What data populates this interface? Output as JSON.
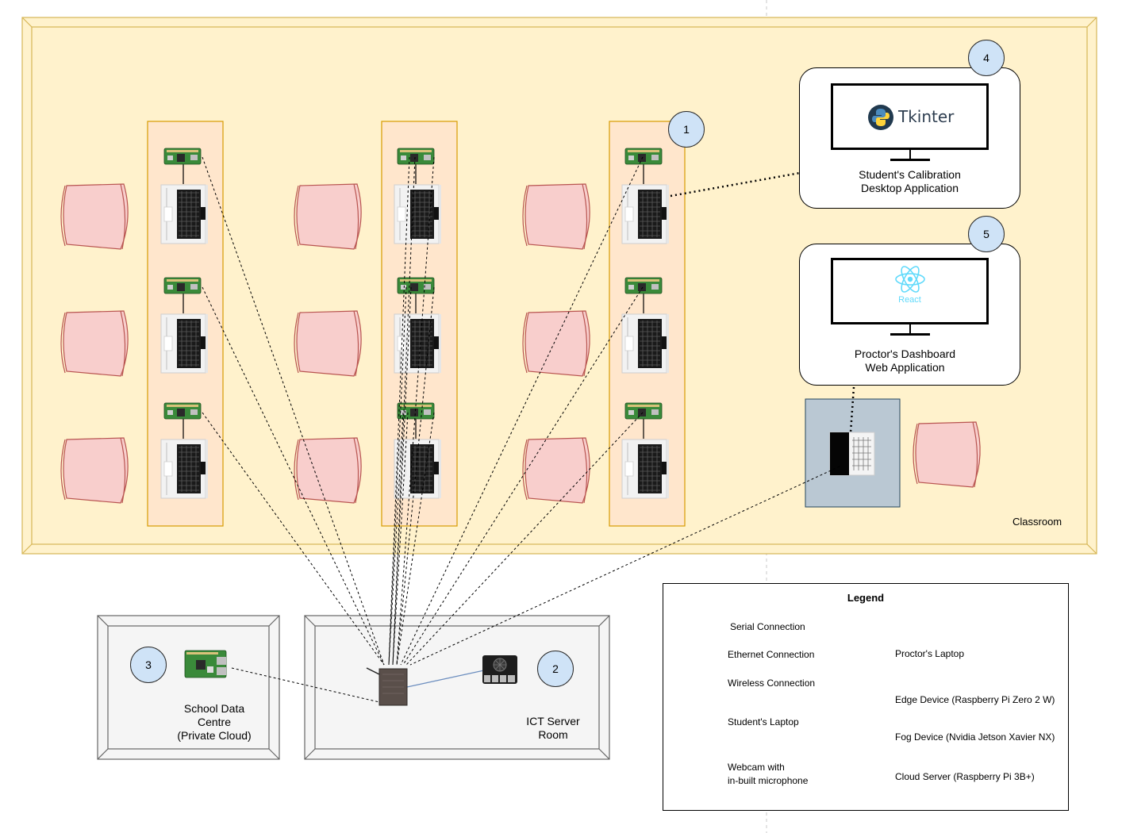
{
  "classroom": {
    "label": "Classroom"
  },
  "badges": {
    "b1": "1",
    "b2": "2",
    "b3": "3",
    "b4": "4",
    "b5": "5"
  },
  "calibration_app": {
    "brand": "Tkinter",
    "label_line1": "Student's Calibration",
    "label_line2": "Desktop Application"
  },
  "dashboard_app": {
    "brand": "React",
    "label_line1": "Proctor's Dashboard",
    "label_line2": "Web Application"
  },
  "server_room": {
    "label_line1": "ICT Server",
    "label_line2": "Room"
  },
  "data_centre": {
    "label_line1": "School Data",
    "label_line2": "Centre",
    "label_line3": "(Private Cloud)"
  },
  "legend": {
    "title": "Legend",
    "serial": "Serial Connection",
    "ethernet": "Ethernet Connection",
    "wireless": "Wireless Connection",
    "student_laptop": "Student's Laptop",
    "webcam_line1": "Webcam with",
    "webcam_line2": "in-built microphone",
    "proctor_laptop": "Proctor's Laptop",
    "edge": "Edge Device (Raspberry Pi Zero 2 W)",
    "fog": "Fog Device (Nvidia Jetson Xavier NX)",
    "cloud": "Cloud Server (Raspberry Pi 3B+)"
  },
  "colors": {
    "classroom_fill": "#fff2cc",
    "classroom_border": "#d6b656",
    "desk_fill": "#ffe6cc",
    "desk_border": "#d79b00",
    "chair_fill": "#f8cecc",
    "chair_border": "#b85450",
    "badge_fill": "#cfe3f7",
    "ethernet_line": "#6c8ebf",
    "room_fill": "#f5f5f5",
    "proctor_desk_fill": "#bac8d3",
    "pi_green": "#3a8a3a",
    "react_cyan": "#61dafb"
  }
}
